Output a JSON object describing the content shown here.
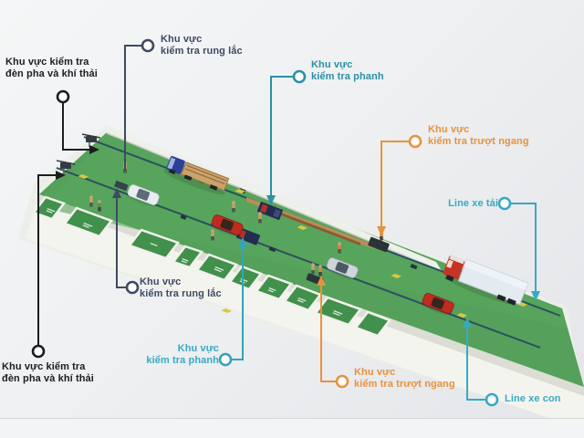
{
  "diagram": {
    "title": "Vehicle inspection station layout",
    "labels": {
      "headlight_top": "Khu vực kiểm tra\nđèn pha và khí thải",
      "shake_top": "Khu vực\nkiểm tra rung lắc",
      "brake_top": "Khu vực\nkiểm tra phanh",
      "slip_top": "Khu vực\nkiểm tra trượt ngang",
      "line_truck": "Line xe tải",
      "shake_bottom": "Khu vực\nkiểm tra rung lắc",
      "brake_bottom": "Khu vực\nkiểm tra phanh",
      "slip_bottom": "Khu vực\nkiểm tra trượt ngang",
      "line_car": "Line xe con",
      "headlight_bottom": "Khu vực kiểm tra\nđèn pha và khí thải"
    },
    "colors": {
      "label_black": "#1d1d1f",
      "label_navy": "#3e4a63",
      "label_teal": "#2b91a6",
      "label_cyan": "#38a9c4",
      "label_orange": "#e8923c",
      "platform_green": "#55a05a",
      "pit_green": "#41904b",
      "wall_white": "#f1f1ec",
      "truck_blue": "#2a3f9a",
      "truck_red": "#c43527",
      "car_red": "#c22b20",
      "flatbed_tan": "#c9a36b"
    }
  }
}
